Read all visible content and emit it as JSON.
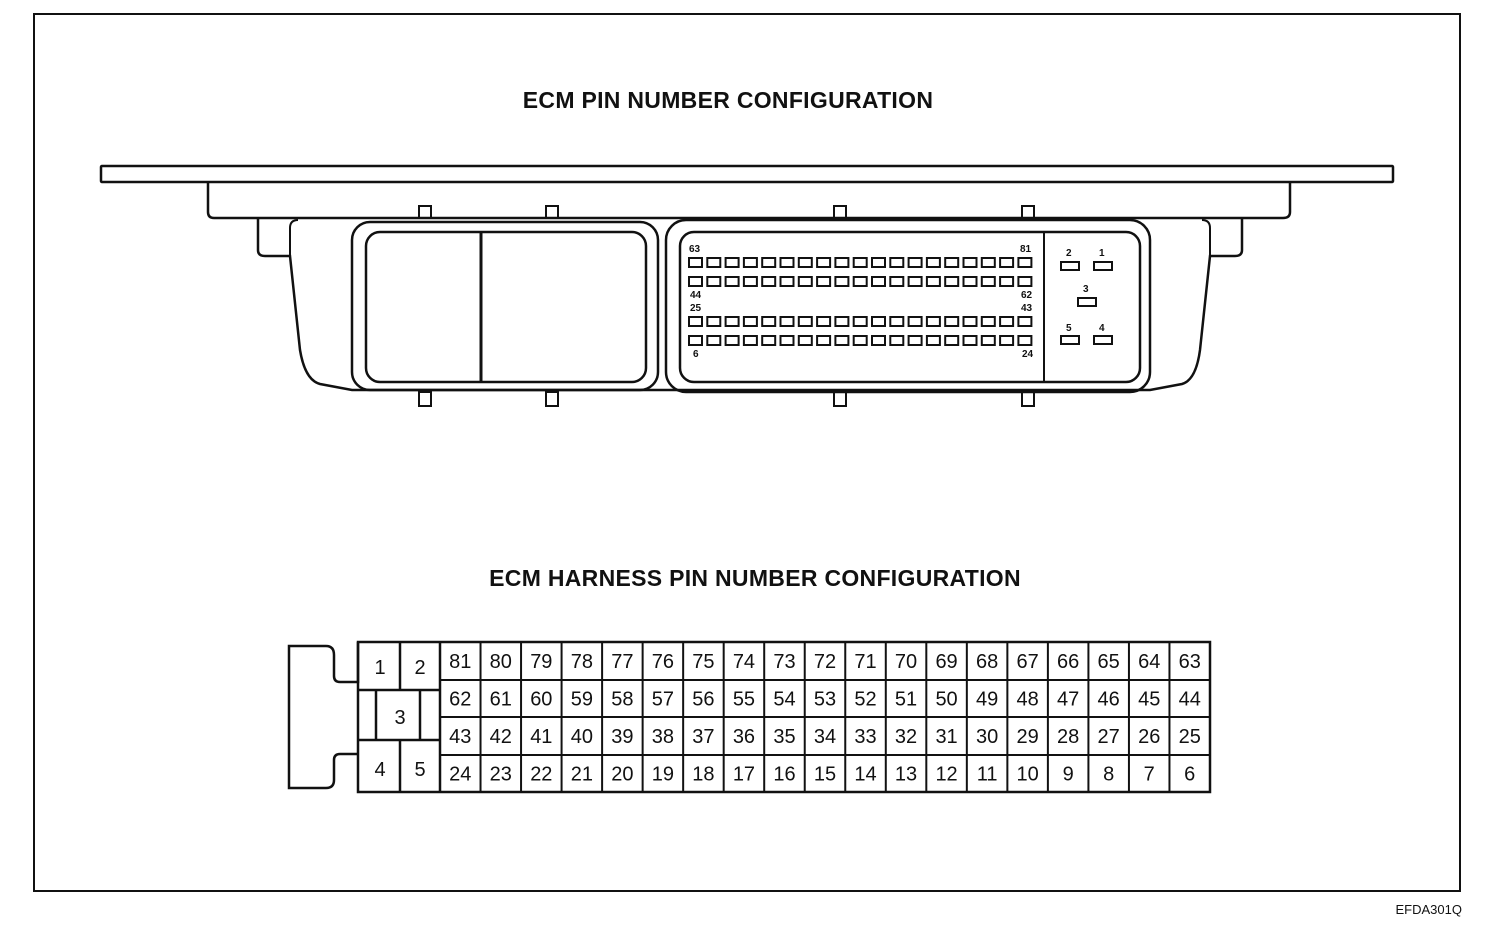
{
  "titles": {
    "ecm_pin": "ECM PIN NUMBER CONFIGURATION",
    "harness_pin": "ECM HARNESS PIN NUMBER CONFIGURATION"
  },
  "figure_code": "EFDA301Q",
  "ecm_connector": {
    "corner_labels": [
      "63",
      "81",
      "44",
      "62",
      "25",
      "43",
      "6",
      "24"
    ],
    "small_pins": [
      "1",
      "2",
      "3",
      "4",
      "5"
    ]
  },
  "harness": {
    "left_pins": [
      "1",
      "2",
      "3",
      "4",
      "5"
    ],
    "rows": [
      [
        "81",
        "80",
        "79",
        "78",
        "77",
        "76",
        "75",
        "74",
        "73",
        "72",
        "71",
        "70",
        "69",
        "68",
        "67",
        "66",
        "65",
        "64",
        "63"
      ],
      [
        "62",
        "61",
        "60",
        "59",
        "58",
        "57",
        "56",
        "55",
        "54",
        "53",
        "52",
        "51",
        "50",
        "49",
        "48",
        "47",
        "46",
        "45",
        "44"
      ],
      [
        "43",
        "42",
        "41",
        "40",
        "39",
        "38",
        "37",
        "36",
        "35",
        "34",
        "33",
        "32",
        "31",
        "30",
        "29",
        "28",
        "27",
        "26",
        "25"
      ],
      [
        "24",
        "23",
        "22",
        "21",
        "20",
        "19",
        "18",
        "17",
        "16",
        "15",
        "14",
        "13",
        "12",
        "11",
        "10",
        "9",
        "8",
        "7",
        "6"
      ]
    ]
  }
}
